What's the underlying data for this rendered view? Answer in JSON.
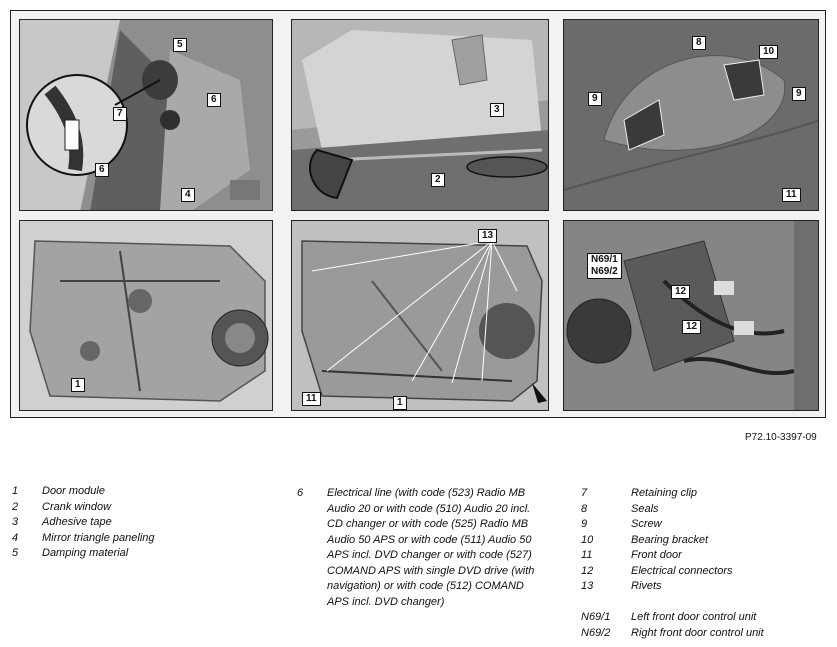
{
  "figure_ref": "P72.10-3397-09",
  "panels": [
    {
      "callouts": [
        "5",
        "6",
        "7",
        "6",
        "4"
      ]
    },
    {
      "callouts": [
        "3",
        "2"
      ]
    },
    {
      "callouts": [
        "8",
        "10",
        "9",
        "9",
        "11"
      ]
    },
    {
      "callouts": [
        "1"
      ]
    },
    {
      "callouts": [
        "13",
        "11",
        "1"
      ]
    },
    {
      "callouts": [
        "N69/1\nN69/2",
        "12",
        "12"
      ]
    }
  ],
  "legend": {
    "col1": [
      {
        "num": "1",
        "text": "Door module"
      },
      {
        "num": "2",
        "text": "Crank window"
      },
      {
        "num": "3",
        "text": "Adhesive tape"
      },
      {
        "num": "4",
        "text": "Mirror triangle paneling"
      },
      {
        "num": "5",
        "text": "Damping material"
      }
    ],
    "col2": [
      {
        "num": "6",
        "text": "Electrical line (with code (523) Radio MB Audio 20 or with code (510) Audio 20 incl. CD changer or with code (525) Radio MB Audio 50 APS or with code (511) Audio 50 APS incl. DVD changer or with code (527) COMAND APS with single DVD drive (with navigation) or with code (512) COMAND APS incl. DVD changer)"
      }
    ],
    "col3": [
      {
        "num": "7",
        "text": "Retaining clip"
      },
      {
        "num": "8",
        "text": "Seals"
      },
      {
        "num": "9",
        "text": "Screw"
      },
      {
        "num": "10",
        "text": "Bearing bracket"
      },
      {
        "num": "11",
        "text": "Front door"
      },
      {
        "num": "12",
        "text": "Electrical connectors"
      },
      {
        "num": "13",
        "text": "Rivets"
      }
    ],
    "col3b": [
      {
        "num": "N69/1",
        "text": "Left front door control unit"
      },
      {
        "num": "N69/2",
        "text": "Right front door control unit"
      }
    ]
  }
}
